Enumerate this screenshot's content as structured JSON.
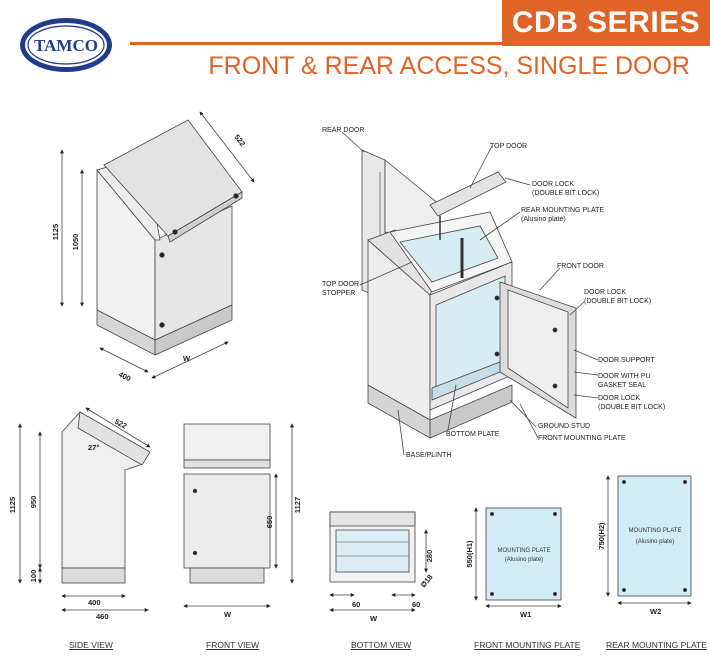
{
  "header": {
    "logo_text": "TAMCO",
    "series": "CDB SERIES",
    "subtitle": "FRONT & REAR ACCESS, SINGLE DOOR"
  },
  "iso_dims": {
    "depth_top": "522",
    "h_total": "1125",
    "h_body": "1050",
    "depth": "400",
    "width": "W"
  },
  "parts": {
    "rear_door": "REAR DOOR",
    "top_door": "TOP DOOR",
    "door_lock_1": "DOOR LOCK",
    "door_lock_1b": "(DOUBLE BIT LOCK)",
    "rear_plate": "REAR MOUNTING PLATE",
    "rear_plate_b": "(Alusino plate)",
    "front_door": "FRONT DOOR",
    "top_stopper": "TOP DOOR",
    "top_stopper_b": "STOPPER",
    "door_lock_2": "DOOR LOCK",
    "door_lock_2b": "(DOUBLE BIT LOCK)",
    "door_support": "DOOR SUPPORT",
    "door_pu": "DOOR WITH PU",
    "door_pu_b": "GASKET SEAL",
    "door_lock_3": "DOOR LOCK",
    "door_lock_3b": "(DOUBLE BIT LOCK)",
    "ground_stud": "GROUND STUD",
    "bottom_plate": "BOTTOM PLATE",
    "front_plate": "FRONT MOUNTING PLATE",
    "plinth": "BASE/PLINTH"
  },
  "side_dims": {
    "top": "522",
    "angle": "27°",
    "h_total": "1125",
    "h_body": "950",
    "base": "100",
    "d1": "400",
    "d2": "460"
  },
  "front_dims": {
    "h_door": "650",
    "h_total": "1127",
    "w": "W"
  },
  "bottom_dims": {
    "h": "280",
    "d": "Ø18",
    "l": "60",
    "r": "60",
    "w": "W"
  },
  "front_plate_view": {
    "title": "MOUNTING PLATE",
    "sub": "(Alusino plate)",
    "h": "550(H1)",
    "w": "W1"
  },
  "rear_plate_view": {
    "title": "MOUNTING PLATE",
    "sub": "(Alusino plate)",
    "h": "750(H2)",
    "w": "W2"
  },
  "captions": {
    "side": "SIDE VIEW",
    "front": "FRONT VIEW",
    "bottom": "BOTTOM VIEW",
    "front_plate": "FRONT MOUNTING PLATE",
    "rear_plate": "REAR MOUNTING PLATE"
  }
}
